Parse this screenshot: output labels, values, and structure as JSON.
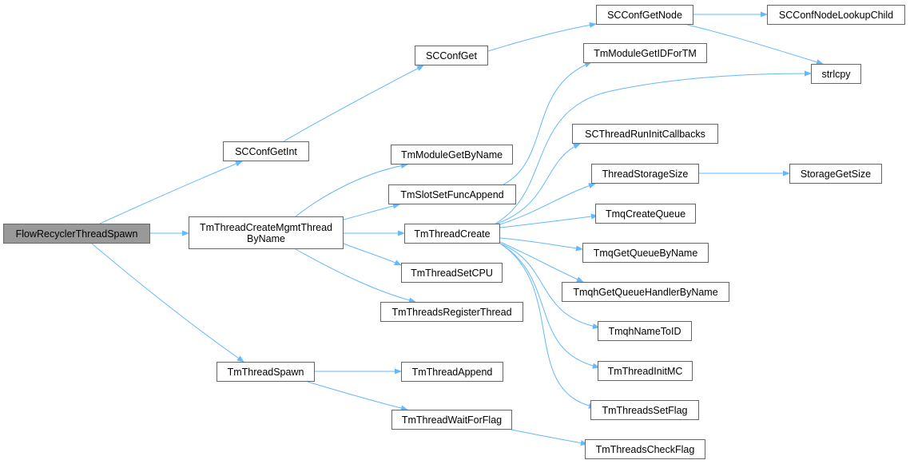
{
  "edge_color": "#63b8ff",
  "root_fill": "#999999",
  "nodes": {
    "flow_recycler_thread_spawn": "FlowRecyclerThreadSpawn",
    "sc_conf_get_int": "SCConfGetInt",
    "tm_thread_create_mgmt_thread_by_name": "TmThreadCreateMgmtThread\nByName",
    "tm_thread_spawn": "TmThreadSpawn",
    "sc_conf_get": "SCConfGet",
    "sc_conf_get_node": "SCConfGetNode",
    "sc_conf_node_lookup_child": "SCConfNodeLookupChild",
    "strlcpy": "strlcpy",
    "tm_module_get_id_for_tm": "TmModuleGetIDForTM",
    "tm_module_get_by_name": "TmModuleGetByName",
    "tm_slot_set_func_append": "TmSlotSetFuncAppend",
    "tm_thread_create": "TmThreadCreate",
    "tm_thread_set_cpu": "TmThreadSetCPU",
    "tm_threads_register_thread": "TmThreadsRegisterThread",
    "tm_thread_append": "TmThreadAppend",
    "tm_thread_wait_for_flag": "TmThreadWaitForFlag",
    "sc_thread_run_init_callbacks": "SCThreadRunInitCallbacks",
    "thread_storage_size": "ThreadStorageSize",
    "storage_get_size": "StorageGetSize",
    "tmq_create_queue": "TmqCreateQueue",
    "tmq_get_queue_by_name": "TmqGetQueueByName",
    "tmqh_get_queue_handler_by_name": "TmqhGetQueueHandlerByName",
    "tmqh_name_to_id": "TmqhNameToID",
    "tm_thread_init_mc": "TmThreadInitMC",
    "tm_threads_set_flag": "TmThreadsSetFlag",
    "tm_threads_check_flag": "TmThreadsCheckFlag"
  }
}
